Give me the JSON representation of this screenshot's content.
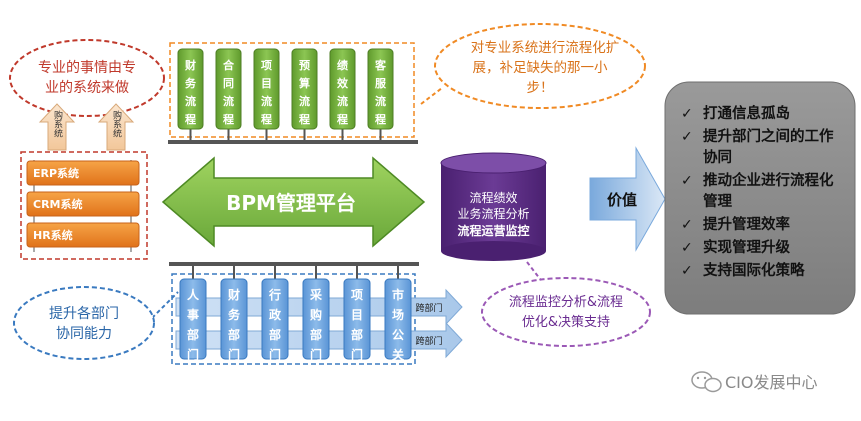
{
  "bubbles": {
    "top_left": "专业的事情由专业的系统来做",
    "top_right": "对专业系统进行流程化扩展，补足缺失的那一小步！",
    "bottom_left": "提升各部门协同能力",
    "bottom_right": "流程监控分析&流程优化&决策支持"
  },
  "legacy_systems": [
    {
      "label": "ERP系统"
    },
    {
      "label": "CRM系统"
    },
    {
      "label": "HR系统"
    }
  ],
  "up_arrows": [
    {
      "label": "购系统"
    },
    {
      "label": "购系统"
    }
  ],
  "top_processes": [
    {
      "label": "财务流程"
    },
    {
      "label": "合同流程"
    },
    {
      "label": "项目流程"
    },
    {
      "label": "预算流程"
    },
    {
      "label": "绩效流程"
    },
    {
      "label": "客服流程"
    }
  ],
  "platform": {
    "label": "BPM管理平台"
  },
  "monitor": {
    "lines": [
      "流程绩效",
      "业务流程分析",
      "流程运营监控"
    ]
  },
  "value": {
    "label": "价值"
  },
  "value_items": [
    "打通信息孤岛",
    "提升部门之间的工作协同",
    "推动企业进行流程化管理",
    "提升管理效率",
    "实现管理升级",
    "支持国际化策略"
  ],
  "departments": [
    {
      "label": "人事部门"
    },
    {
      "label": "财务部门"
    },
    {
      "label": "行政部门"
    },
    {
      "label": "采购部门"
    },
    {
      "label": "项目部门"
    },
    {
      "label": "市场公关"
    }
  ],
  "cross_arrows": [
    {
      "label": "跨部门"
    },
    {
      "label": "跨部门"
    }
  ],
  "watermark": "CIO发展中心",
  "colors": {
    "green": "#72ad3a",
    "green_dark": "#4e7e24",
    "orange": "#f08a24",
    "blue": "#6ea4dc",
    "purple": "#5a2d82",
    "grey": "#8c8c8c",
    "red_dash": "#c0392b"
  }
}
